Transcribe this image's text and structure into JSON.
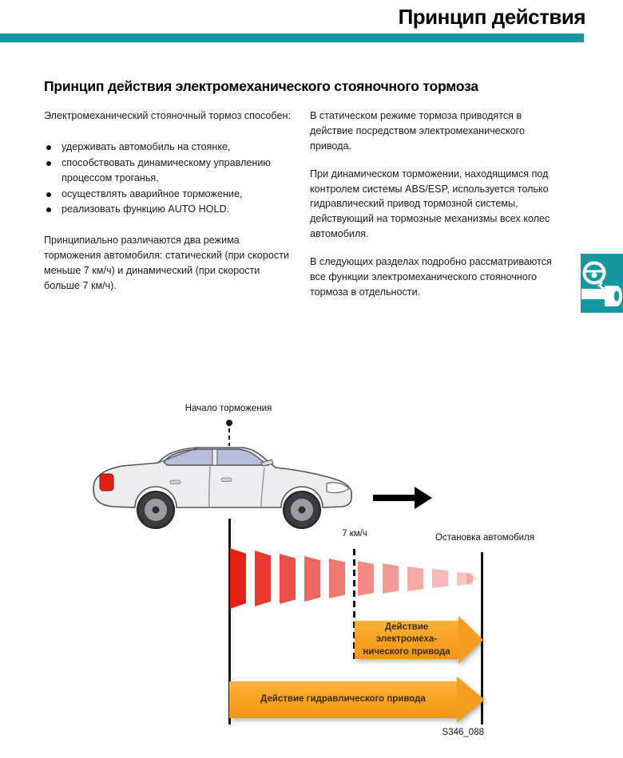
{
  "header": {
    "title": "Принцип действия"
  },
  "section": {
    "heading": "Принцип действия электромеханического стояночного тормоза"
  },
  "left_column": {
    "intro": "Электромеханический стояночный тормоз способен:",
    "bullets": [
      "удерживать автомобиль на стоянке,",
      "способствовать динамическому управлению процессом троганья,",
      "осуществлять аварийное торможение,",
      "реализовать функцию AUTO HOLD."
    ],
    "modes": "Принципиально различаются два режима торможения автомобиля: статический (при скорости меньше 7 км/ч) и динамический (при скорости больше 7 км/ч)."
  },
  "right_column": {
    "static_mode": "В статическом режиме тормоза приводятся в действие посредством электромеханического привода.",
    "dynamic_mode": "При динамическом торможении, находящимся под контролем системы ABS/ESP, используется только гидравлический привод тормозной системы, действующий на тормозные механизмы всех колес автомобиля.",
    "next_sections": "В следующих разделах подробно рассматриваются все функции электромеханического стояночного тормоза в отдельности."
  },
  "diagram": {
    "braking_start_label": "Начало торможения",
    "speed_threshold_label": "7 км/ч",
    "stop_label": "Остановка автомобиля",
    "em_arrow_line1": "Действие электромеха-",
    "em_arrow_line2": "нического привода",
    "hydraulic_arrow_label": "Действие гидравлического привода",
    "figure_code": "S346_088"
  },
  "icons": {
    "side_tab": "steering-wheel-brake-icon"
  },
  "colors": {
    "teal": "#1798a1",
    "orange": "#f7a11e",
    "red": "#e41f13"
  }
}
